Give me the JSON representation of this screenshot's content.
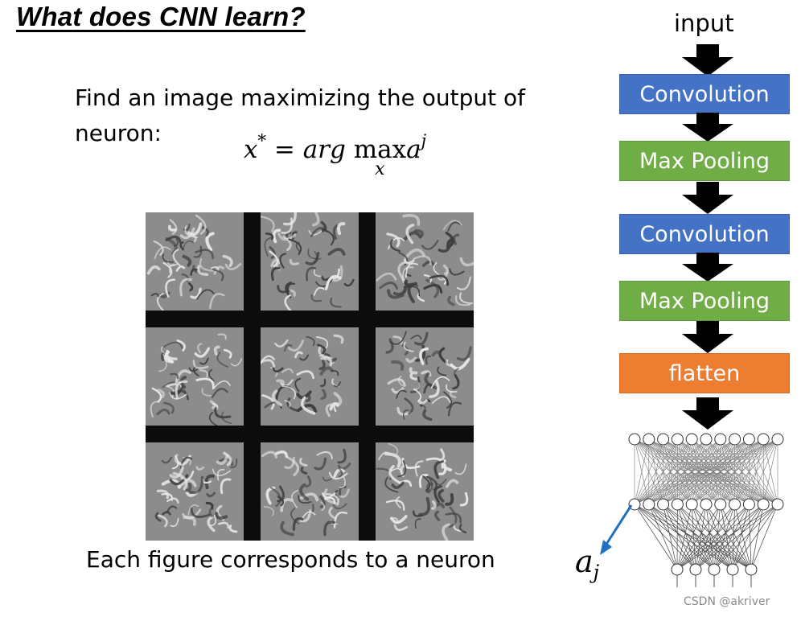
{
  "slide": {
    "title": "What does CNN learn?",
    "description": "Find an image maximizing the output of neuron:",
    "formula": {
      "lhs": "x",
      "lhs_sup": "*",
      "equals": "=",
      "argument": "arg",
      "operator": "max",
      "operator_sub": "x",
      "target": "a",
      "target_sup": "j"
    },
    "caption": "Each figure corresponds to a neuron",
    "visualizations": [
      "neuron-1",
      "neuron-2",
      "neuron-3",
      "neuron-4",
      "neuron-5",
      "neuron-6",
      "neuron-7",
      "neuron-8",
      "neuron-9"
    ]
  },
  "network": {
    "input_label": "input",
    "blocks": [
      {
        "label": "Convolution",
        "color": "#4472c4"
      },
      {
        "label": "Max Pooling",
        "color": "#70ad47"
      },
      {
        "label": "Convolution",
        "color": "#4472c4"
      },
      {
        "label": "Max Pooling",
        "color": "#70ad47"
      },
      {
        "label": "flatten",
        "color": "#ed7d31"
      }
    ],
    "output_label": "a",
    "output_sub": "j",
    "arrow_color": "#1f6fc4"
  },
  "watermark": "CSDN @akriver"
}
